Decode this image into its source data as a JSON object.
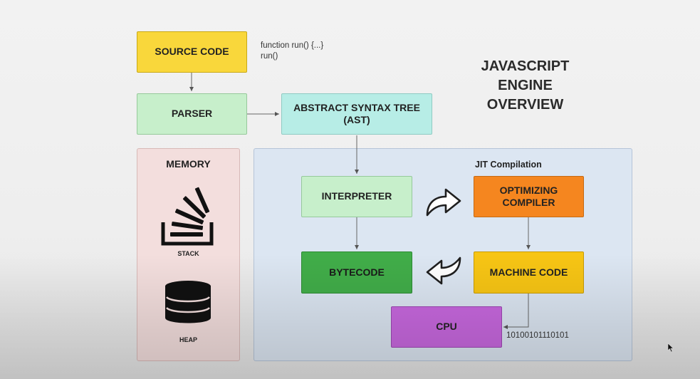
{
  "title_lines": [
    "JAVASCRIPT",
    "ENGINE",
    "OVERVIEW"
  ],
  "code_note": [
    "function run() {...}",
    "run()"
  ],
  "binary_output": "10100101110101",
  "boxes": {
    "source_code": "SOURCE CODE",
    "parser": "PARSER",
    "ast_line1": "ABSTRACT SYNTAX TREE",
    "ast_line2": "(AST)",
    "interpreter": "INTERPRETER",
    "optimizing_line1": "OPTIMIZING",
    "optimizing_line2": "COMPILER",
    "bytecode": "BYTECODE",
    "machine_code": "MACHINE CODE",
    "cpu": "CPU"
  },
  "memory": {
    "title": "MEMORY",
    "stack_label": "STACK",
    "heap_label": "HEAP"
  },
  "jit": {
    "title": "JIT Compilation"
  },
  "colors": {
    "source_code": "#f9d73b",
    "parser": "#c7efcb",
    "ast": "#b7ede6",
    "interpreter": "#c7efcb",
    "optimizing_compiler": "#f5861f",
    "bytecode": "#41ad49",
    "machine_code": "#f7c514",
    "cpu": "#c868df",
    "memory_panel": "#f3dedd",
    "jit_panel": "#dce6f2"
  },
  "icons": [
    "stack-icon",
    "database-icon",
    "curved-arrow-right-icon",
    "curved-arrow-left-icon",
    "mouse-cursor-icon"
  ]
}
